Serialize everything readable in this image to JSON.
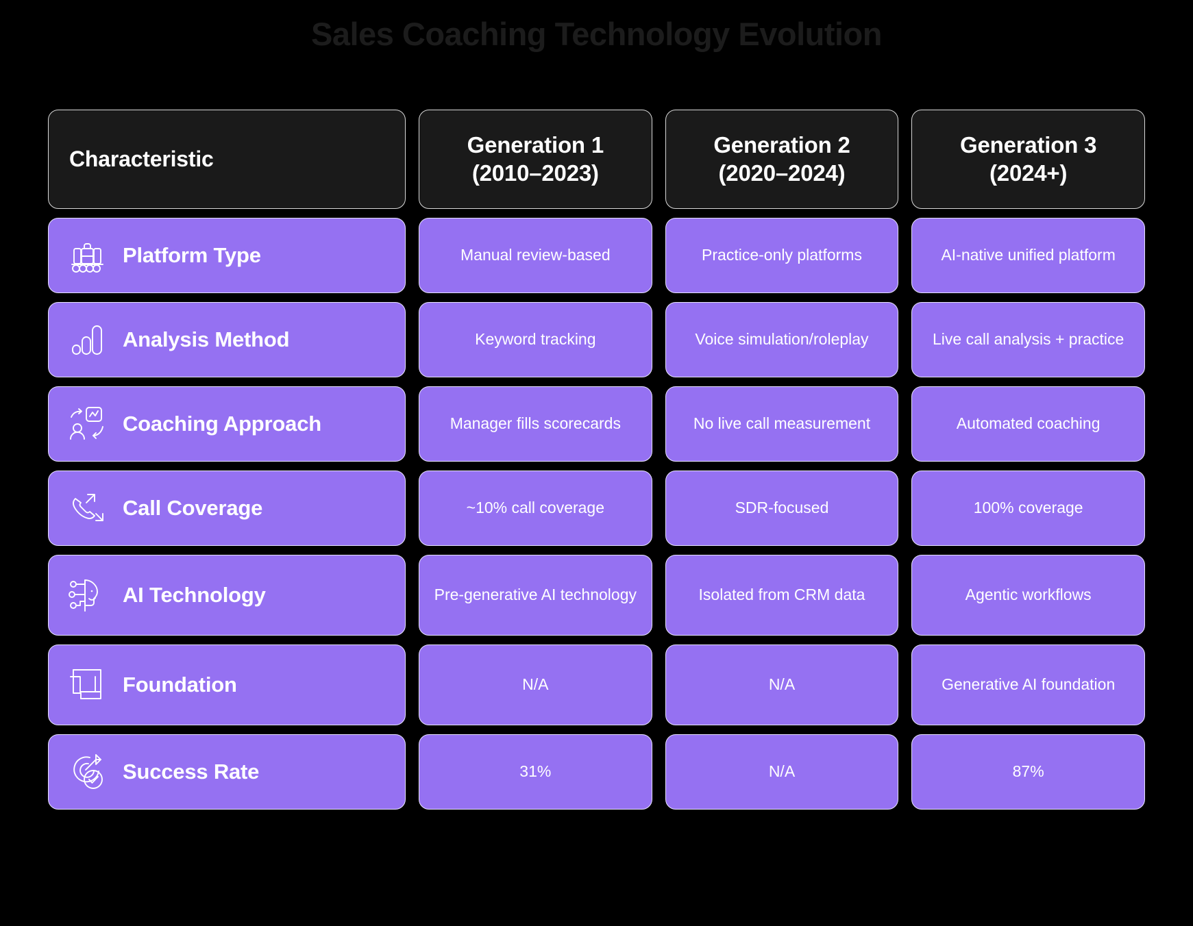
{
  "title": "Sales Coaching Technology Evolution",
  "theme": {
    "background": "#000000",
    "title_color": "#1c1c1c",
    "header_cell_bg": "#1a1a1a",
    "data_cell_bg": "#9571f2",
    "cell_border": "#e8e2ff",
    "text_color": "#ffffff"
  },
  "table": {
    "headers": [
      {
        "label": "Characteristic"
      },
      {
        "label": "Generation 1\n(2010–2023)",
        "line1": "Generation 1",
        "line2": "(2010–2023)"
      },
      {
        "label": "Generation 2\n(2020–2024)",
        "line1": "Generation 2",
        "line2": "(2020–2024)"
      },
      {
        "label": "Generation 3\n(2024+)",
        "line1": "Generation 3",
        "line2": "(2024+)"
      }
    ],
    "rows": [
      {
        "icon": "suitcase-luggage-icon",
        "characteristic": "Platform Type",
        "gen1": "Manual review-based",
        "gen2": "Practice-only platforms",
        "gen3": "AI-native unified platform"
      },
      {
        "icon": "bar-chart-icon",
        "characteristic": "Analysis Method",
        "gen1": "Keyword tracking",
        "gen2": "Voice simulation/roleplay",
        "gen3": "Live call analysis + practice"
      },
      {
        "icon": "coaching-feedback-loop-icon",
        "characteristic": "Coaching Approach",
        "gen1": "Manager fills scorecards",
        "gen2": "No live call measurement",
        "gen3": "Automated coaching"
      },
      {
        "icon": "phone-expand-icon",
        "characteristic": "Call Coverage",
        "gen1": "~10% call coverage",
        "gen2": "SDR-focused",
        "gen3": "100% coverage"
      },
      {
        "icon": "ai-head-circuit-icon",
        "characteristic": "AI Technology",
        "gen1": "Pre-generative AI technology",
        "gen2": "Isolated from CRM data",
        "gen3": "Agentic workflows"
      },
      {
        "icon": "blueprint-foundation-icon",
        "characteristic": "Foundation",
        "gen1": "N/A",
        "gen2": "N/A",
        "gen3": "Generative AI foundation"
      },
      {
        "icon": "target-check-icon",
        "characteristic": "Success Rate",
        "gen1": "31%",
        "gen2": "N/A",
        "gen3": "87%"
      }
    ]
  }
}
